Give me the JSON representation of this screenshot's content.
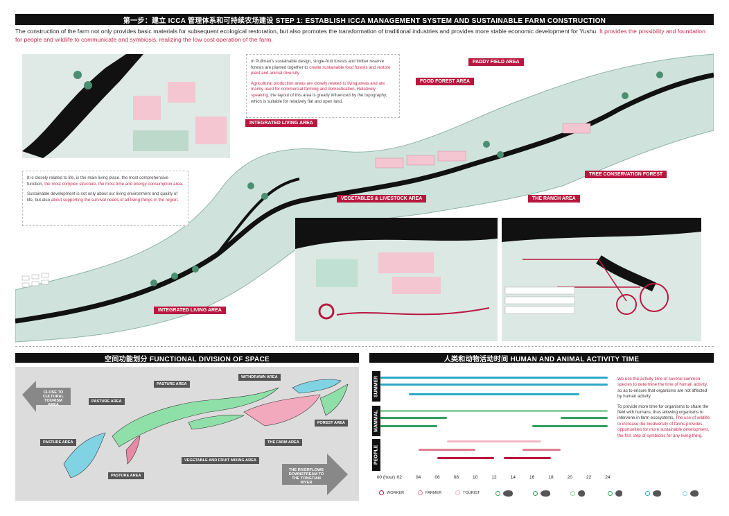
{
  "header": {
    "title": "第一步：建立 ICCA 管理体系和可持续农场建设  STEP 1: ESTABLISH ICCA MANAGEMENT SYSTEM AND SUSTAINABLE FARM CONSTRUCTION",
    "intro_black": "The construction of the farm not only provides basic materials for subsequent ecological restoration, but also promotes the transformation of traditional industries and provides more stable economic development for Yushu. ",
    "intro_red": "It provides the possibility and foundation for people and wildlife to communicate and symbiosis, realizing the low cost operation of the farm."
  },
  "tags": {
    "paddy": "PADDY FIELD AREA",
    "food_forest": "FOOD FOREST AREA",
    "integrated_top": "INTEGRATED LIVING AREA",
    "tree_conservation": "TREE CONSERVATION FOREST",
    "vegetables": "VEGETABLES & LIVESTOCK AREA",
    "ranch": "THE RANCH AREA",
    "integrated_bottom": "INTEGRATED LIVING AREA"
  },
  "callout_top": {
    "p1_black": "In Pullman's sustainable design, single-fruit forests and timber reserve forests are planted together to ",
    "p1_red": "create sustainable food forests and restore plant and animal diversity.",
    "p2_red": "Agricultural production areas are closely related to living areas and are mainly used for commercial farming and domestication. Relatively speaking,",
    "p2_black": " the layout of this area is greatly influenced by the topography, which is suitable for relatively flat and open land."
  },
  "callout_left": {
    "p1_black": "It is closely related to life, is the main living place, the most comprehensive function, ",
    "p1_red": "the most complex structure, the most time and energy consumption area.",
    "p2_black": "Sustainable development is not only about our living environment and quality of life, but also ",
    "p2_red": "about supporting the survival needs of all living things in the region."
  },
  "functional": {
    "title": "空间功能划分  FUNCTIONAL DIVISION OF SPACE",
    "arrow_left": "CLOSE TO CULTURAL TOURISM AREA",
    "arrow_right": "THE RIVERFLOWS DOWNSTREAM TO THE TONGTIAN RIVER",
    "labels": {
      "pasture_1": "PASTURE AREA",
      "pasture_2": "PASTURE AREA",
      "pasture_3": "PASTURE AREA",
      "pasture_4": "PASTURE AREA",
      "withdrawn": "WITHDRAWN AREA",
      "forest": "FOREST AREA",
      "farm": "THE FARM AREA",
      "veg_fruit": "VEGETABLE AND FRUIT MIXING AREA"
    }
  },
  "activity": {
    "title": "人类和动物活动时间  HUMAN AND ANIMAL ACTIVITY TIME",
    "rows": [
      "SUMMER",
      "MAMMAL",
      "PEOPLE"
    ],
    "ticks": [
      "00 (hour)",
      "02",
      "04",
      "06",
      "08",
      "10",
      "12",
      "14",
      "16",
      "18",
      "20",
      "22",
      "24"
    ],
    "text_p1_red": "We use the activity time of several common species to determine the time of human activity,",
    "text_p1_black": " so as to ensure that organisms are not affected by human activity.",
    "text_p2_black": "To provide more time for organisms to share the field with humans, thus allowing organisms to intervene in farm ecosystems. ",
    "text_p2_red": "The use of wildlife to increase the biodiversity of farms provides opportunities for more sustainable development, the first step of symbiosis for any living thing.",
    "legend": [
      "WORKER",
      "FARMER",
      "TOURIST"
    ],
    "colors": {
      "summer": "#2aa8c8",
      "mammal": "#2e9e5b",
      "mammal_light": "#8fd3a2",
      "worker": "#b8173f",
      "farmer": "#e37c93",
      "tourist": "#f2b7c5"
    }
  },
  "chart_data": {
    "type": "bar",
    "x_unit": "hour",
    "xlim": [
      0,
      24
    ],
    "series": [
      {
        "name": "SUMMER",
        "segments": [
          [
            0,
            24
          ],
          [
            0,
            24
          ],
          [
            3,
            21
          ]
        ]
      },
      {
        "name": "MAMMAL",
        "segments": [
          [
            0,
            24
          ],
          [
            0,
            7
          ],
          [
            19,
            24
          ],
          [
            0,
            6
          ],
          [
            16,
            24
          ]
        ]
      },
      {
        "name": "PEOPLE",
        "segments": [
          [
            7,
            17
          ],
          [
            4,
            10
          ],
          [
            15,
            19
          ],
          [
            6,
            12
          ],
          [
            13,
            18
          ]
        ]
      }
    ]
  }
}
